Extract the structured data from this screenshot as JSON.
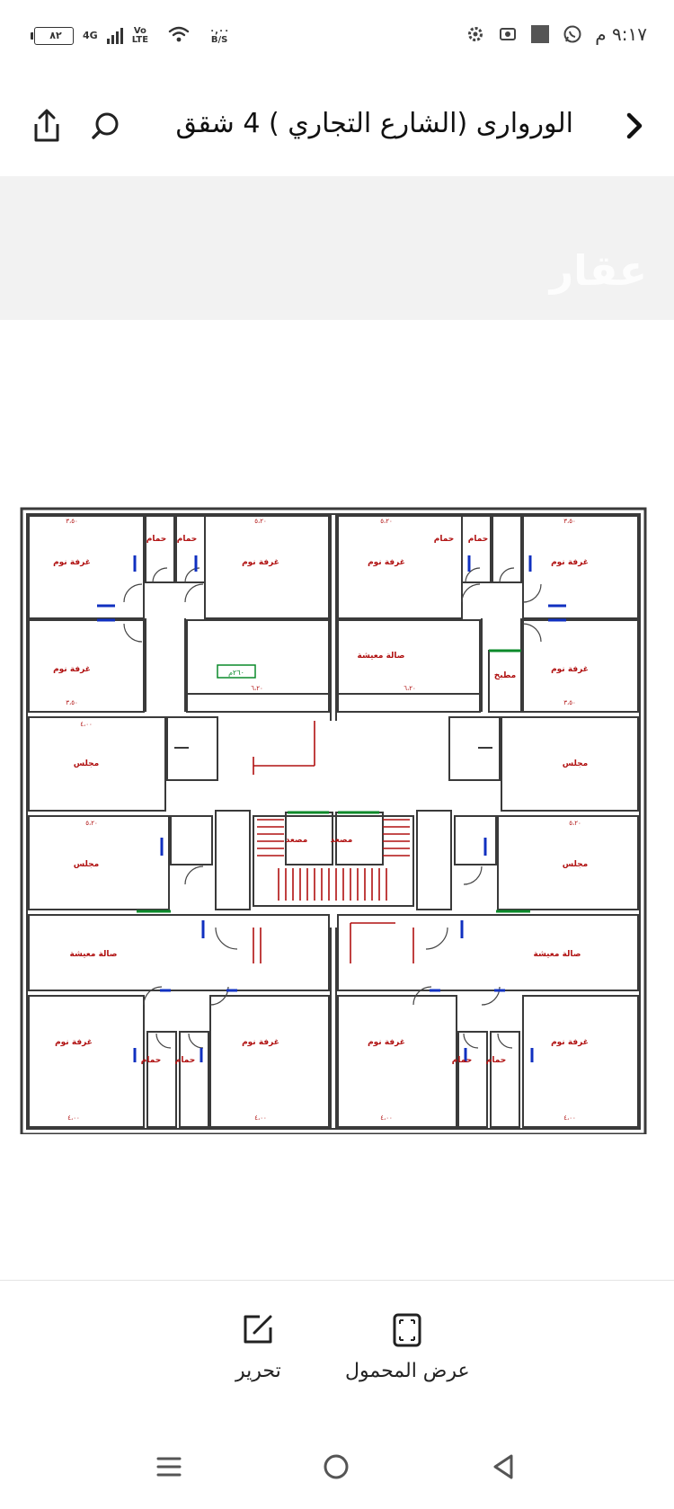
{
  "status_bar": {
    "time": "٩:١٧ م",
    "battery": "٨٢",
    "network": "4G",
    "volte_top": "Vo",
    "volte_bottom": "LTE",
    "speed_top": "٠,٠٠",
    "speed_bottom": "B/S"
  },
  "app_bar": {
    "title": "الوروارى (الشارع التجاري ) 4 شقق"
  },
  "banner": {
    "watermark": "عقار"
  },
  "floor_plan": {
    "labels": {
      "bedroom": "غرفة نوم",
      "bath": "حمام",
      "majlis": "مجلس",
      "living": "صالة معيشة",
      "kitchen": "مطبخ",
      "elevator": "مصعد",
      "dim_a": "٥،٢٠",
      "dim_b": "٣،٥٠",
      "dim_c": "٦،٢٠",
      "dim_d": "٤،٠٠",
      "green_tag": "٢٦٠م"
    }
  },
  "actions": {
    "edit_label": "تحرير",
    "fullscreen_label": "عرض المحمول"
  },
  "colors": {
    "wall": "#3a3a3a",
    "label_red": "#b01010",
    "door_blue": "#1030c0",
    "tag_green": "#0a8a2a"
  }
}
